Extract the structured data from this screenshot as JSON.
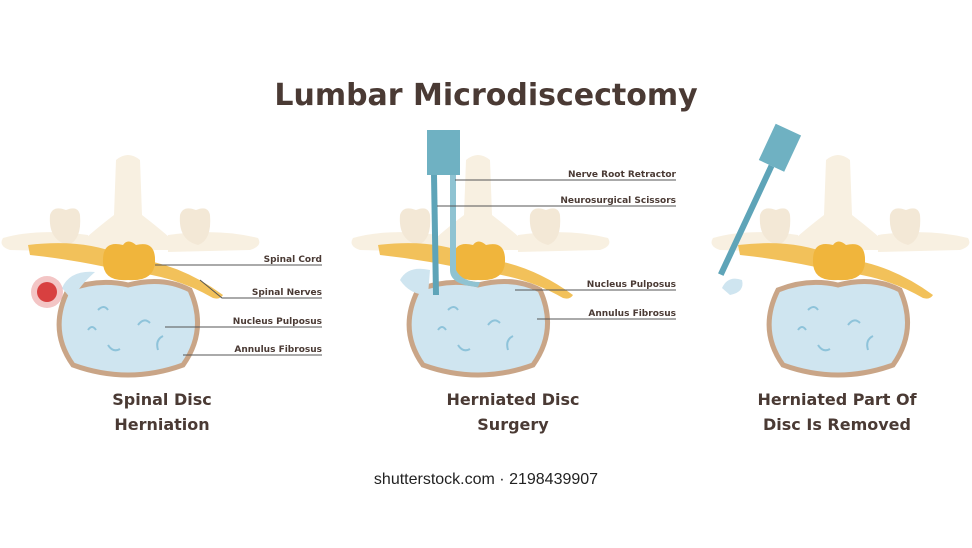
{
  "title": "Lumbar Microdiscectomy",
  "panels": [
    {
      "caption": [
        "Spinal Disc",
        "Herniation"
      ],
      "labels": [
        "Spinal Cord",
        "Spinal Nerves",
        "Nucleus Pulposus",
        "Annulus Fibrosus"
      ]
    },
    {
      "caption": [
        "Herniated Disc",
        "Surgery"
      ],
      "labels": [
        "Nerve Root Retractor",
        "Neurosurgical Scissors",
        "Nucleus Pulposus",
        "Annulus Fibrosus"
      ]
    },
    {
      "caption": [
        "Herniated Part Of",
        "Disc Is Removed"
      ],
      "labels": []
    }
  ],
  "watermark": "shutterstock.com · 2198439907",
  "colors": {
    "bone": "#f8f0e1",
    "nerve": "#f2c15a",
    "cord": "#f0b53c",
    "disc": "#cfe5f0",
    "annulus": "#c9a587",
    "tool": "#6fb1c2",
    "pain": "#d84040",
    "text": "#4a3a34"
  }
}
